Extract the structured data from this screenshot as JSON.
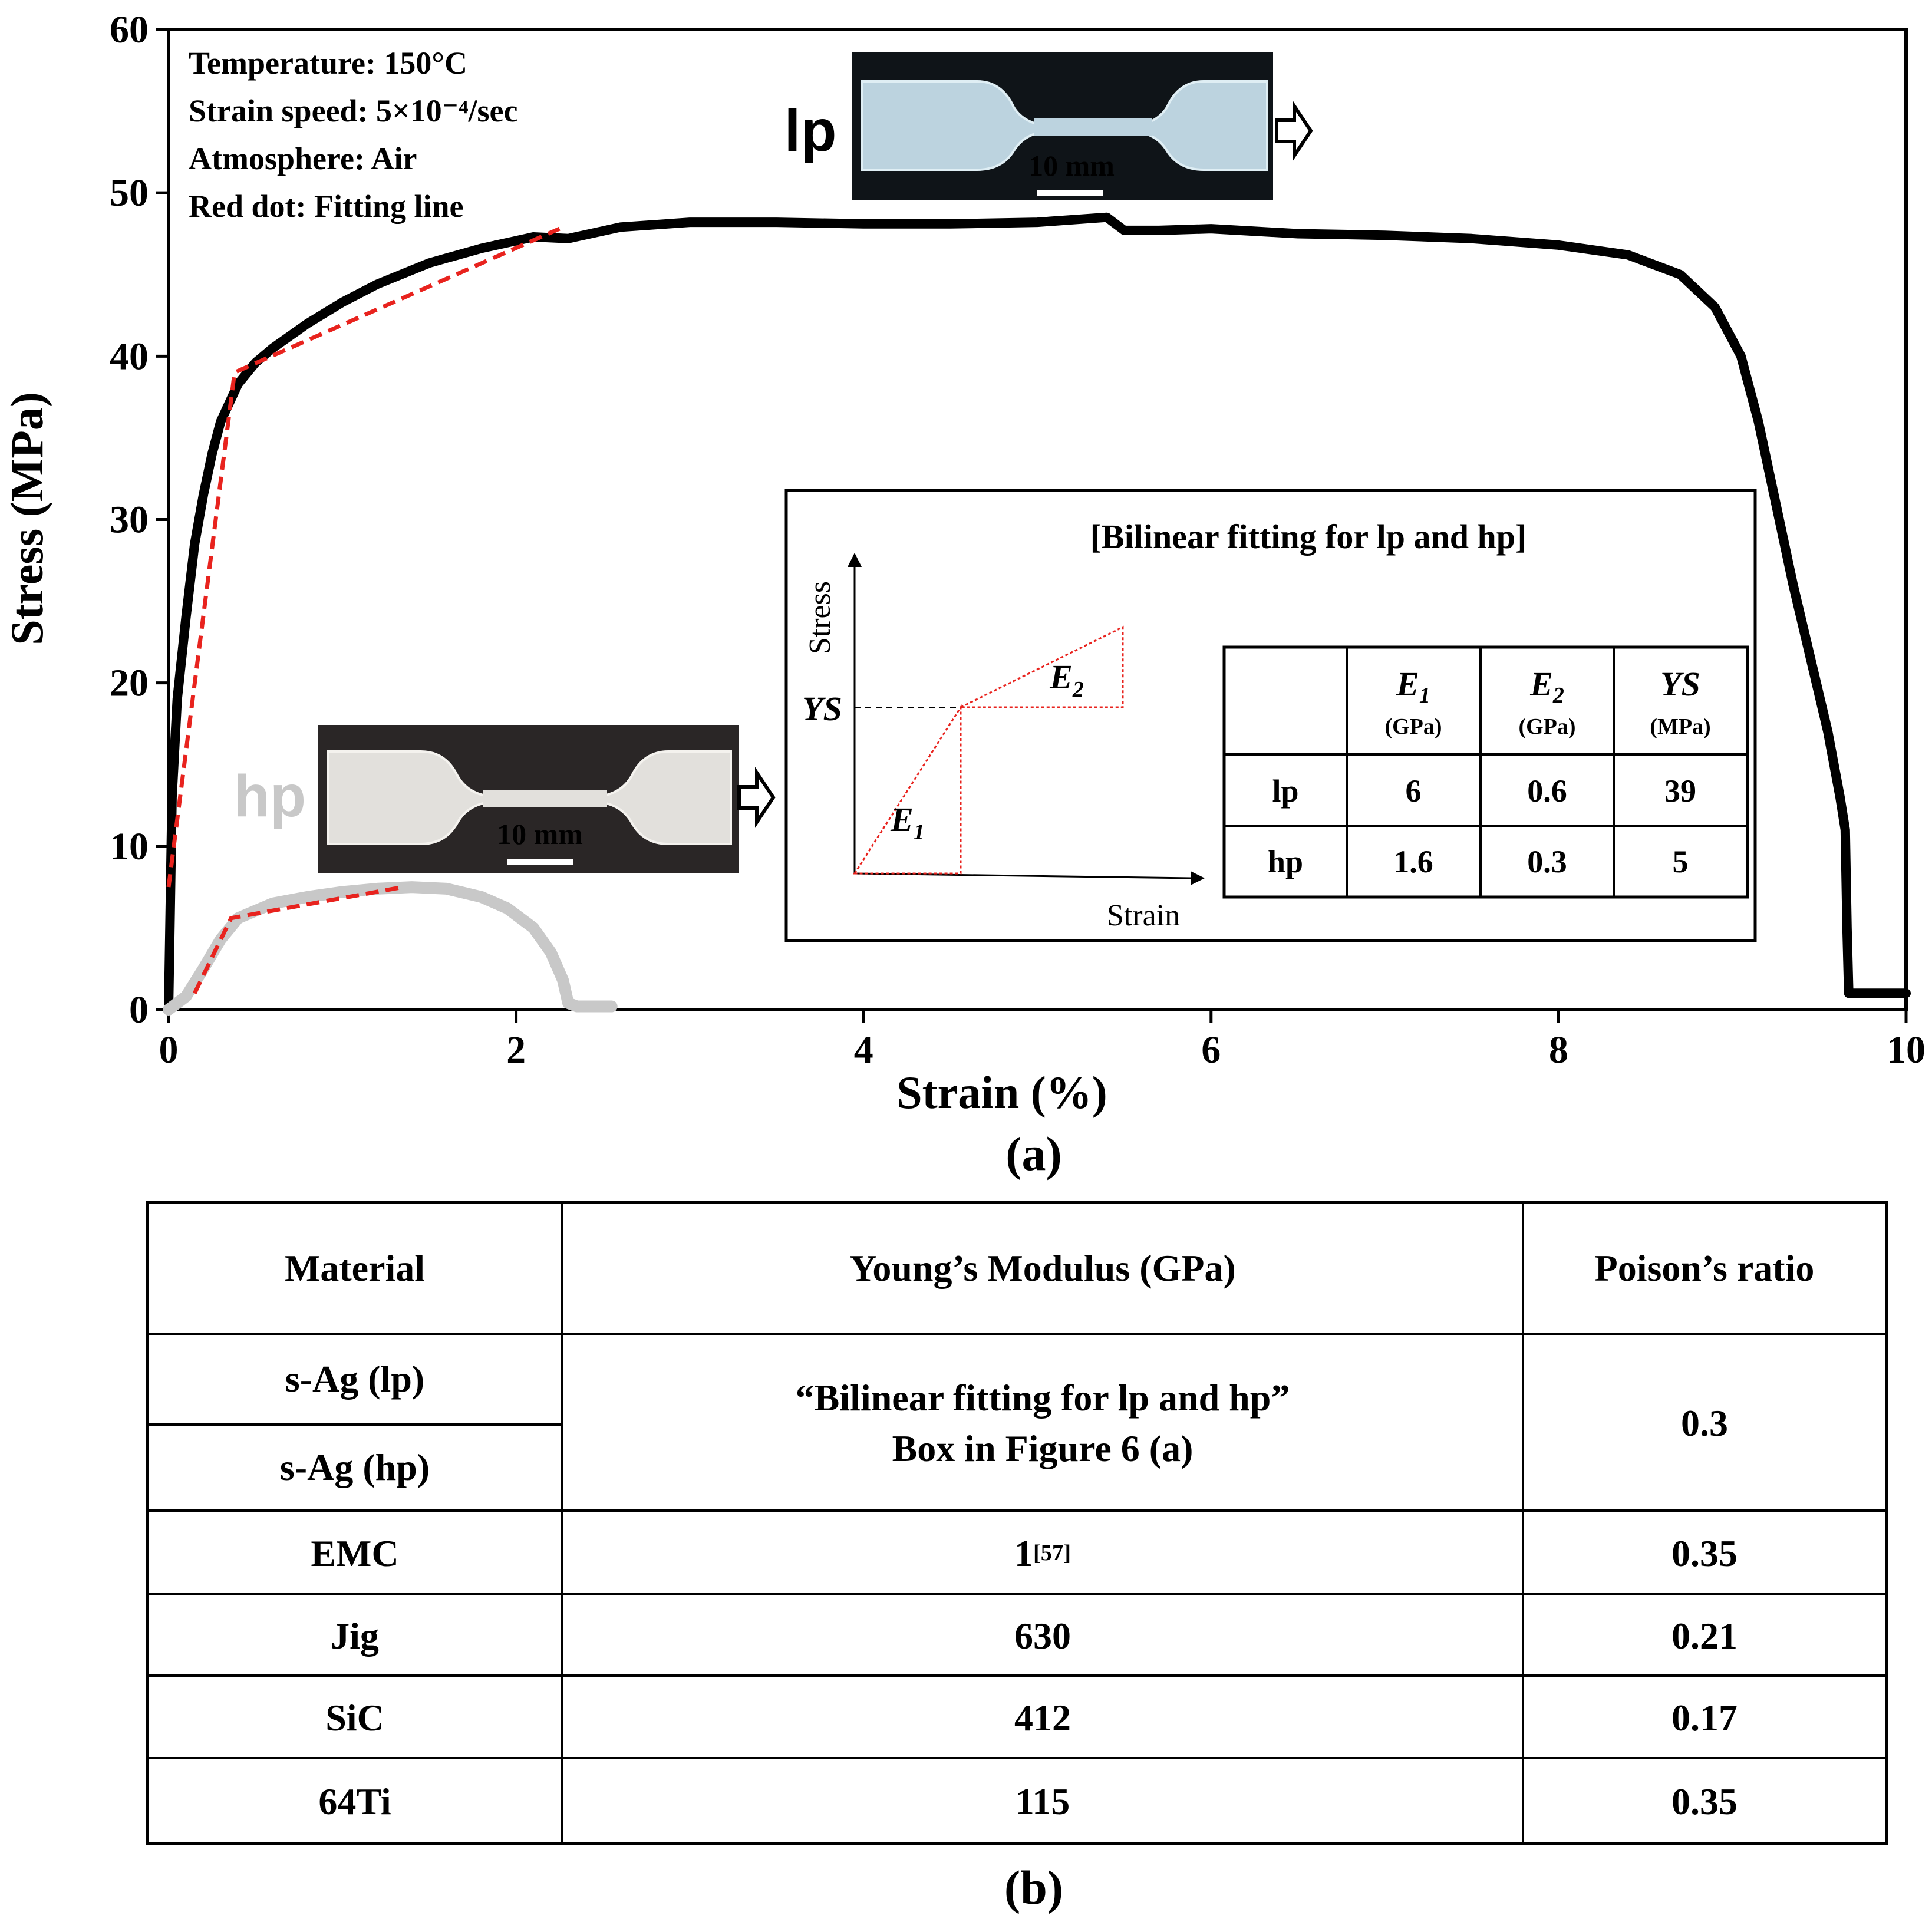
{
  "chart_data": {
    "type": "line",
    "xlabel": "Strain (%)",
    "ylabel": "Stress (MPa)",
    "xlim": [
      0,
      10
    ],
    "ylim": [
      0,
      60
    ],
    "xticks": [
      "0",
      "2",
      "4",
      "6",
      "8",
      "10"
    ],
    "yticks": [
      "0",
      "10",
      "20",
      "30",
      "40",
      "50",
      "60"
    ],
    "annotations": [
      "Temperature: 150°C",
      "Strain speed: 5×10⁻⁴/sec",
      "Atmosphere: Air",
      "Red dot: Fitting line"
    ],
    "series": [
      {
        "name": "lp",
        "color": "#000000",
        "x": [
          0,
          0.02,
          0.05,
          0.1,
          0.15,
          0.2,
          0.25,
          0.3,
          0.4,
          0.5,
          0.6,
          0.8,
          1.0,
          1.2,
          1.5,
          1.8,
          2.1,
          2.3,
          2.6,
          3.0,
          3.5,
          4.0,
          4.5,
          5.0,
          5.4,
          5.5,
          5.7,
          6.0,
          6.5,
          7.0,
          7.5,
          8.0,
          8.4,
          8.7,
          8.9,
          9.05,
          9.15,
          9.25,
          9.35,
          9.45,
          9.55,
          9.62,
          9.65,
          9.66,
          9.67,
          9.7,
          10.0
        ],
        "y": [
          0,
          13,
          19,
          24,
          28.5,
          31.5,
          34,
          36,
          38.3,
          39.6,
          40.5,
          42,
          43.3,
          44.4,
          45.7,
          46.6,
          47.3,
          47.2,
          47.9,
          48.2,
          48.2,
          48.1,
          48.1,
          48.2,
          48.5,
          47.7,
          47.7,
          47.8,
          47.5,
          47.4,
          47.2,
          46.8,
          46.2,
          45.0,
          43.0,
          40.0,
          36.0,
          31.0,
          26.0,
          21.5,
          17.0,
          13.0,
          11.0,
          5,
          1,
          1,
          1
        ]
      },
      {
        "name": "hp",
        "color": "#c8c8c8",
        "x": [
          0,
          0.1,
          0.2,
          0.3,
          0.4,
          0.6,
          0.8,
          1.0,
          1.2,
          1.4,
          1.6,
          1.8,
          1.95,
          2.1,
          2.2,
          2.27,
          2.3,
          2.35,
          2.55
        ],
        "y": [
          0,
          0.8,
          2.5,
          4.3,
          5.6,
          6.5,
          6.9,
          7.2,
          7.4,
          7.5,
          7.4,
          6.9,
          6.2,
          5.0,
          3.5,
          1.8,
          0.4,
          0.2,
          0.2
        ]
      }
    ],
    "fitting_lines": [
      {
        "name": "lp fit",
        "color": "#e8231e",
        "x": [
          0,
          0.38,
          2.25
        ],
        "y": [
          7.5,
          39,
          47.8
        ]
      },
      {
        "name": "hp fit",
        "color": "#e8231e",
        "x": [
          0.15,
          0.36,
          1.35
        ],
        "y": [
          1.0,
          5.6,
          7.5
        ]
      }
    ],
    "specimens": [
      {
        "label": "lp",
        "scale": "10 mm"
      },
      {
        "label": "hp",
        "scale": "10 mm"
      }
    ],
    "inset": {
      "title": "[Bilinear fitting for lp and hp]",
      "y_axis": "Stress",
      "x_axis": "Strain",
      "ys_label": "YS",
      "e1_label": "E",
      "e1_sub": "1",
      "e2_label": "E",
      "e2_sub": "2",
      "table": {
        "headers": [
          {
            "main": "E",
            "sub": "1",
            "unit": "(GPa)"
          },
          {
            "main": "E",
            "sub": "2",
            "unit": "(GPa)"
          },
          {
            "main": "YS",
            "sub": "",
            "unit": "(MPa)"
          }
        ],
        "rows": [
          {
            "name": "lp",
            "values": [
              "6",
              "0.6",
              "39"
            ]
          },
          {
            "name": "hp",
            "values": [
              "1.6",
              "0.3",
              "5"
            ]
          }
        ]
      }
    },
    "caption": "(a)"
  },
  "table_b": {
    "headers": [
      "Material",
      "Young’s Modulus (GPa)",
      "Poison’s ratio"
    ],
    "merged": {
      "materials": [
        "s-Ag (lp)",
        "s-Ag (hp)"
      ],
      "modulus_line1": "“Bilinear fitting for lp and hp”",
      "modulus_line2": "Box in Figure 6 (a)",
      "ratio": "0.3"
    },
    "rows": [
      {
        "material": "EMC",
        "modulus": "1",
        "ref": "[57]",
        "ratio": "0.35"
      },
      {
        "material": "Jig",
        "modulus": "630",
        "ref": "",
        "ratio": "0.21"
      },
      {
        "material": "SiC",
        "modulus": "412",
        "ref": "",
        "ratio": "0.17"
      },
      {
        "material": "64Ti",
        "modulus": "115",
        "ref": "",
        "ratio": "0.35"
      }
    ],
    "caption": "(b)"
  }
}
